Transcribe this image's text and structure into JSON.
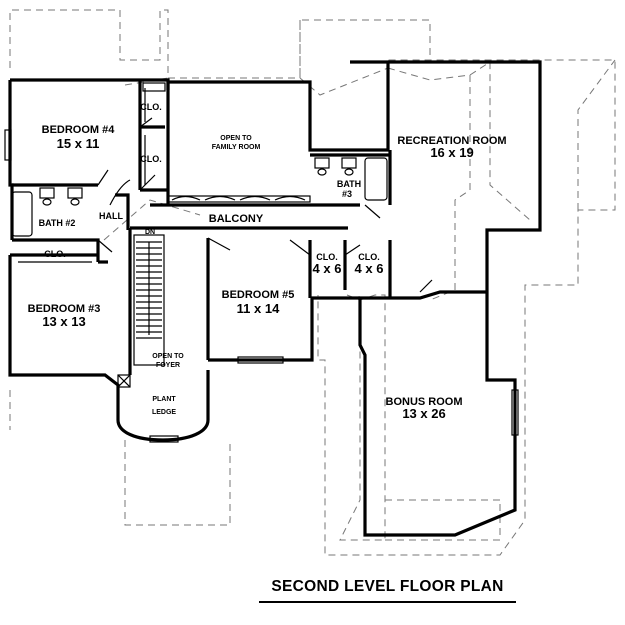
{
  "title": "SECOND LEVEL FLOOR PLAN",
  "rooms": {
    "bedroom4": {
      "name": "BEDROOM #4",
      "size": "15 x 11"
    },
    "open_family": {
      "line1": "OPEN TO",
      "line2": "FAMILY ROOM"
    },
    "recreation": {
      "name": "RECREATION ROOM",
      "size": "16 x 19"
    },
    "bath3": {
      "name": "BATH",
      "num": "#3"
    },
    "bath2": {
      "name": "BATH #2"
    },
    "hall": {
      "name": "HALL"
    },
    "balcony": {
      "name": "BALCONY"
    },
    "dn": {
      "name": "DN"
    },
    "clo_b4_top": {
      "name": "CLO."
    },
    "clo_b4_bottom": {
      "name": "CLO."
    },
    "clo_b3": {
      "name": "CLO."
    },
    "clo_left": {
      "name": "CLO.",
      "size": "4 x 6"
    },
    "clo_right": {
      "name": "CLO.",
      "size": "4 x 6"
    },
    "bedroom3": {
      "name": "BEDROOM #3",
      "size": "13 x 13"
    },
    "bedroom5": {
      "name": "BEDROOM #5",
      "size": "11 x 14"
    },
    "open_foyer": {
      "line1": "OPEN TO",
      "line2": "FOYER"
    },
    "plant_ledge": {
      "line1": "PLANT",
      "line2": "LEDGE"
    },
    "bonus": {
      "name": "BONUS ROOM",
      "size": "13 x 26"
    }
  }
}
